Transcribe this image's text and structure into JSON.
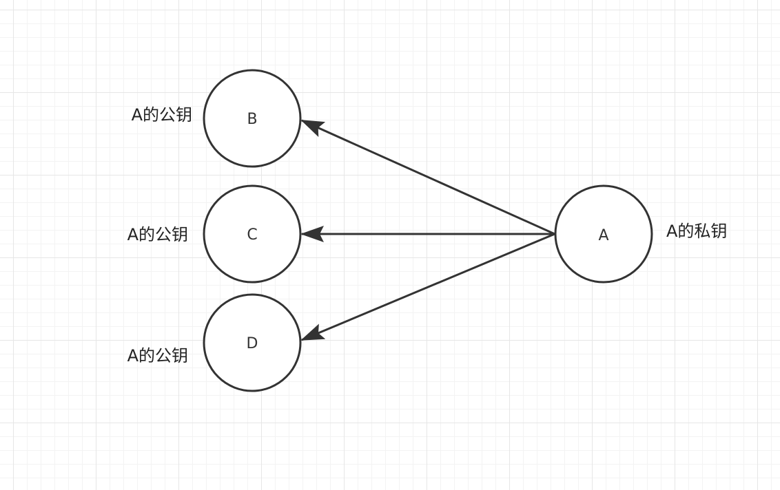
{
  "colors": {
    "stroke": "#333333",
    "node_fill": "#ffffff",
    "text": "#222222"
  },
  "nodes": [
    {
      "id": "B",
      "label": "B",
      "caption": "A的公钥"
    },
    {
      "id": "C",
      "label": "C",
      "caption": "A的公钥"
    },
    {
      "id": "D",
      "label": "D",
      "caption": "A的公钥"
    },
    {
      "id": "A",
      "label": "A",
      "caption": "A的私钥"
    }
  ],
  "edges": [
    {
      "from": "A",
      "to": "B"
    },
    {
      "from": "A",
      "to": "C"
    },
    {
      "from": "A",
      "to": "D"
    }
  ]
}
